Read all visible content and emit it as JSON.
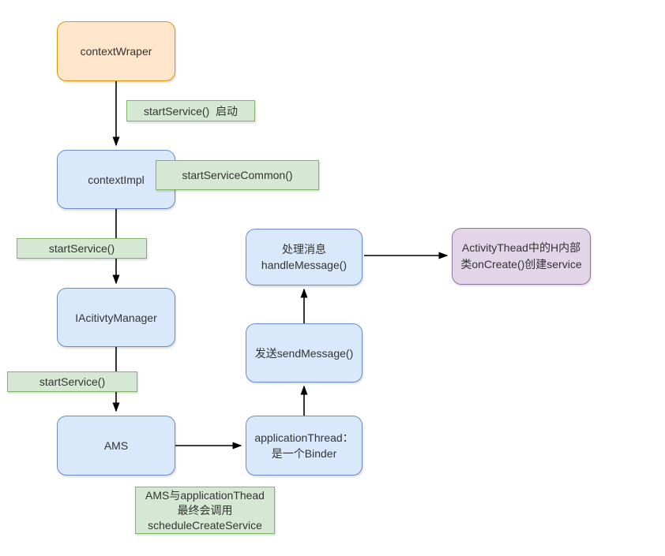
{
  "diagram": {
    "colors": {
      "background": "#ffffff",
      "orange_fill": "#ffe6cc",
      "orange_border": "#d79b00",
      "blue_fill": "#dae8fc",
      "blue_border": "#6c8ebf",
      "green_fill": "#d5e8d4",
      "green_border": "#82b366",
      "purple_fill": "#e1d5e7",
      "purple_border": "#9673a6",
      "arrow": "#000000",
      "text": "#333333"
    },
    "nodes": {
      "context_wraper": {
        "label": "contextWraper"
      },
      "context_impl": {
        "label": "contextImpl"
      },
      "iacitivty_manager": {
        "label": "IAcitivtyManager"
      },
      "ams": {
        "label": "AMS"
      },
      "application_thread": {
        "lines": [
          "applicationThread：",
          "是一个Binder"
        ]
      },
      "send_message": {
        "label": "发送sendMessage()"
      },
      "handle_message": {
        "lines": [
          "处理消息",
          "handleMessage()"
        ]
      },
      "activity_thead_h": {
        "lines": [
          "ActivityThead中的H内部",
          "类onCreate()创建service"
        ]
      }
    },
    "annotations": {
      "start_service_launch": {
        "label": "startService()  启动"
      },
      "start_service_common": {
        "label": "startServiceCommon()"
      },
      "start_service_1": {
        "label": "startService()"
      },
      "start_service_2": {
        "label": "startService()"
      },
      "ams_note": {
        "lines": [
          "AMS与applicationThead",
          "最终会调用",
          "scheduleCreateService"
        ]
      }
    },
    "edges": [
      {
        "from": "contextWraper",
        "to": "contextImpl"
      },
      {
        "from": "contextImpl",
        "to": "IAcitivtyManager"
      },
      {
        "from": "IAcitivtyManager",
        "to": "AMS"
      },
      {
        "from": "AMS",
        "to": "applicationThread：是一个Binder"
      },
      {
        "from": "applicationThread：是一个Binder",
        "to": "发送sendMessage()"
      },
      {
        "from": "发送sendMessage()",
        "to": "处理消息handleMessage()"
      },
      {
        "from": "处理消息handleMessage()",
        "to": "ActivityThead中的H内部类onCreate()创建service"
      }
    ]
  }
}
